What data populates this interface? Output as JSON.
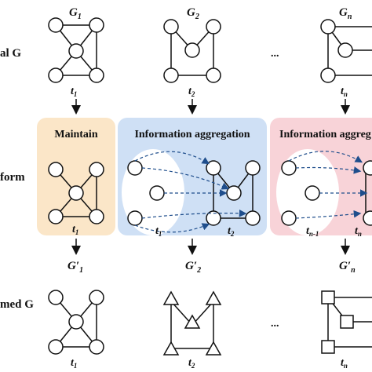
{
  "rows": {
    "original_label": "al G",
    "transform_label": "form",
    "transformed_label": "med G"
  },
  "top_graphs": [
    "G1",
    "G2",
    "Gn"
  ],
  "top_graph_subs": {
    "g1": "1",
    "g2": "2",
    "gn": "n"
  },
  "top_times": {
    "t1": "t1",
    "t2": "t2",
    "tn": "tn"
  },
  "ellipsis": "...",
  "boxes": {
    "maintain": {
      "title": "Maintain",
      "time": "t",
      "time_sub": "1",
      "color": "#fbe6c8"
    },
    "agg1": {
      "title": "Information aggregation",
      "time_a": "t",
      "time_a_sub": "1",
      "time_b": "t",
      "time_b_sub": "2",
      "color": "#cfe0f5"
    },
    "agg2": {
      "title": "Information aggreg",
      "time_a": "t",
      "time_a_sub": "n-1",
      "time_b": "t",
      "time_b_sub": "n",
      "color": "#f8d3d8"
    }
  },
  "bottom_graphs": {
    "g1": {
      "letter": "G",
      "prime": "′",
      "sub": "1",
      "time": "t",
      "time_sub": "1"
    },
    "g2": {
      "letter": "G",
      "prime": "′",
      "sub": "2",
      "time": "t",
      "time_sub": "2"
    },
    "gn": {
      "letter": "G",
      "prime": "′",
      "sub": "n",
      "time": "t",
      "time_sub": "n"
    }
  }
}
